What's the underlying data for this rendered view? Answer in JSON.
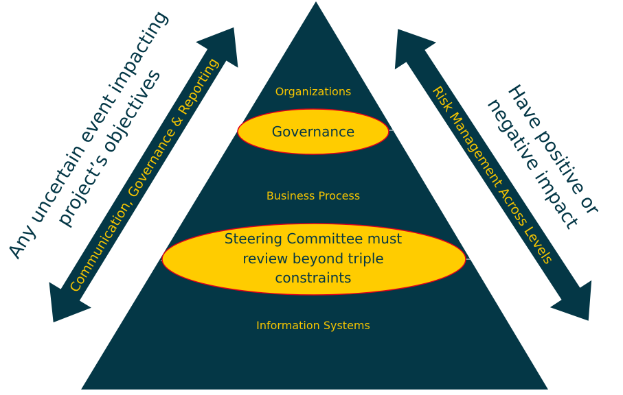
{
  "colors": {
    "dark": "#043746",
    "yellow": "#FFCC00",
    "ellipse_border": "#E0001B",
    "label_yellow": "#F5C400"
  },
  "pyramid": {
    "levels": [
      "Organizations",
      "Business Process",
      "Information Systems"
    ],
    "governance": "Governance",
    "steering": [
      "Steering Committee must",
      "review beyond triple",
      "constraints"
    ]
  },
  "left_arrow": {
    "label": "Communication, Governance & Reporting"
  },
  "right_arrow": {
    "label": "Risk Management Across Levels"
  },
  "left_note": [
    "Any uncertain  event impacting",
    "project’s  objectives"
  ],
  "right_note": [
    "Have positive  or",
    "negative  impact"
  ]
}
